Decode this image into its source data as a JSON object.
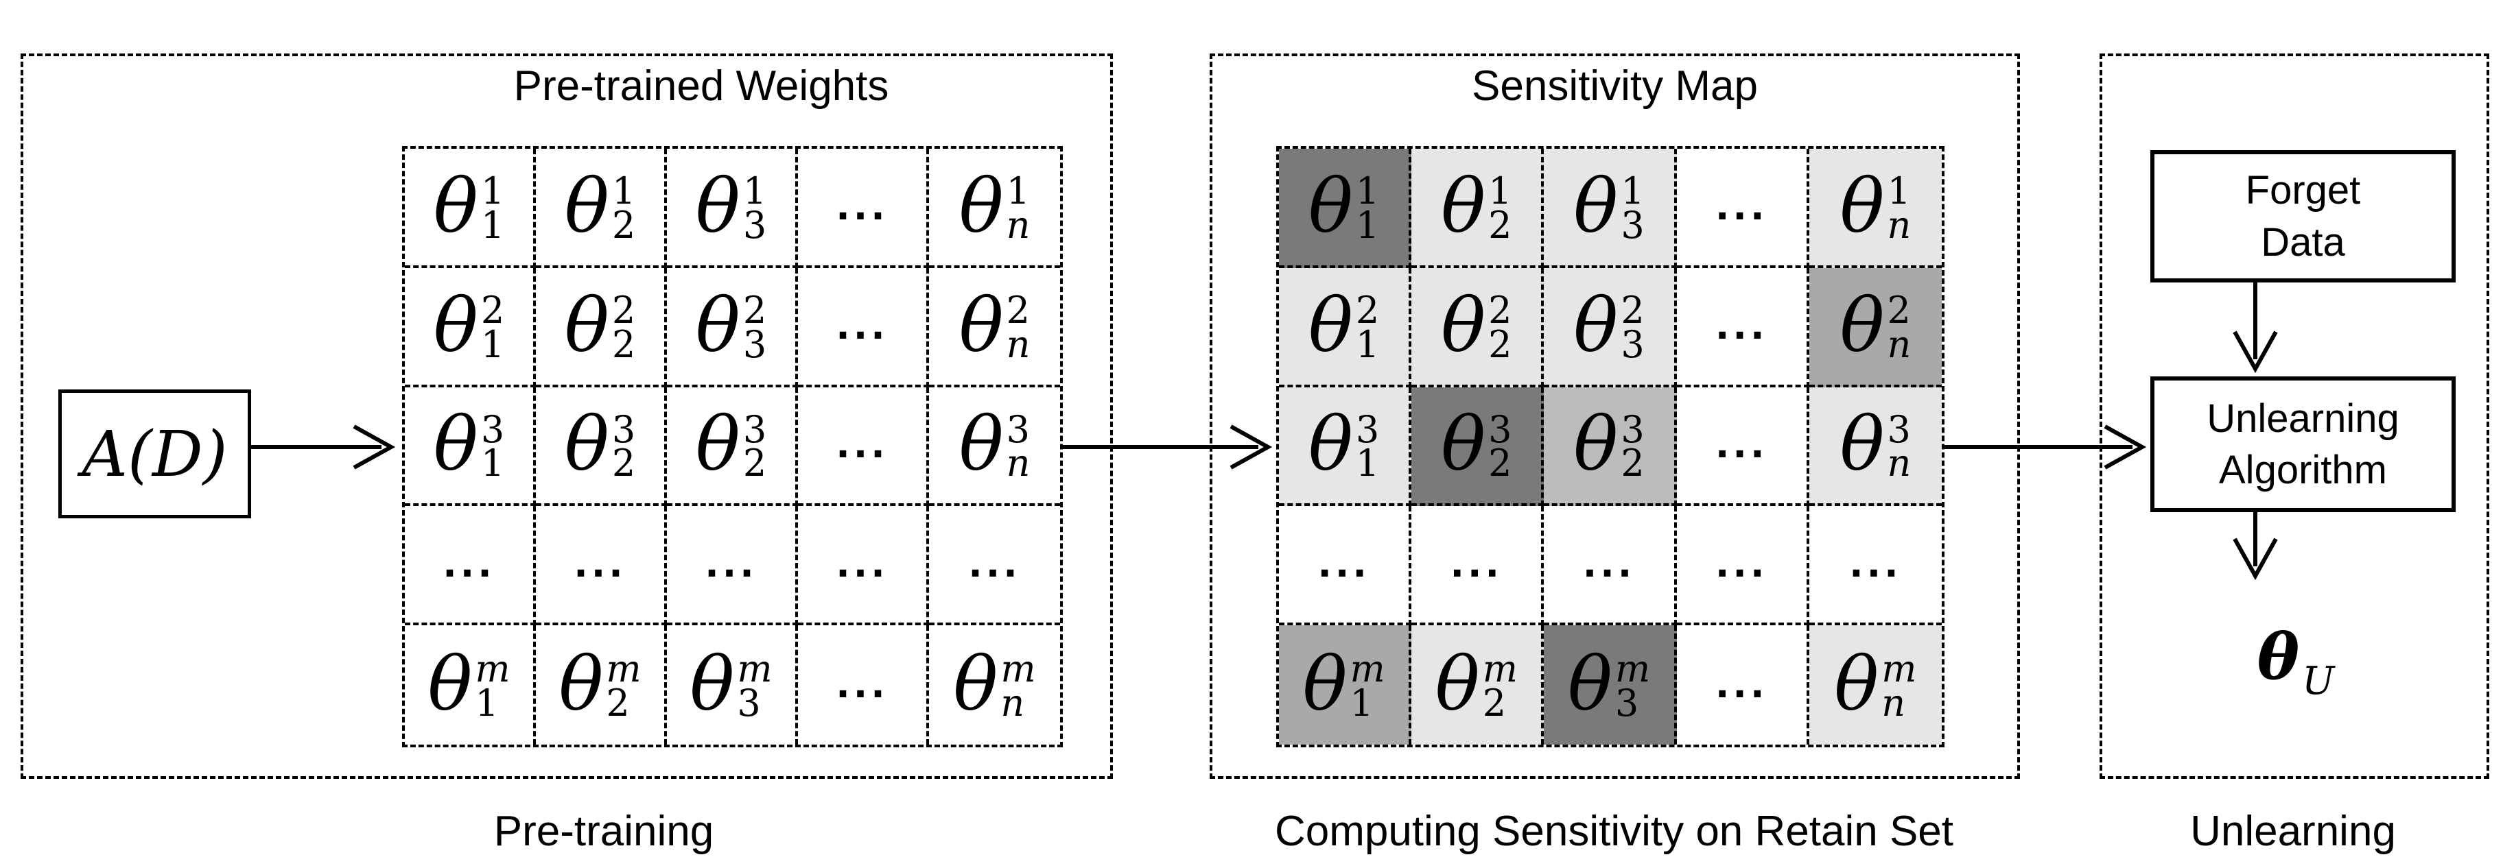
{
  "panels": {
    "pretraining": {
      "title": "Pre-trained Weights",
      "caption": "Pre-training",
      "algorithm_box": "A(D)"
    },
    "sensitivity": {
      "title": "Sensitivity Map",
      "caption": "Computing Sensitivity on Retain Set"
    },
    "unlearning": {
      "caption": "Unlearning",
      "forget_box": "Forget\nData",
      "algorithm_box": "Unlearning\nAlgorithm",
      "output_symbol": "θ",
      "output_subscript": "U"
    }
  },
  "symbols": {
    "theta": "θ",
    "dots": "..."
  },
  "shade_colors": {
    "dark": "#7a7a7a",
    "medium": "#a9a9a9",
    "medium_light": "#bcbcbc",
    "light": "#e6e6e6",
    "none": "#ffffff"
  },
  "weights_grid": [
    [
      {
        "sup": "1",
        "sub": "1"
      },
      {
        "sup": "1",
        "sub": "2"
      },
      {
        "sup": "1",
        "sub": "3"
      },
      {
        "dots": true
      },
      {
        "sup": "1",
        "sub": "n"
      }
    ],
    [
      {
        "sup": "2",
        "sub": "1"
      },
      {
        "sup": "2",
        "sub": "2"
      },
      {
        "sup": "2",
        "sub": "3"
      },
      {
        "dots": true
      },
      {
        "sup": "2",
        "sub": "n"
      }
    ],
    [
      {
        "sup": "3",
        "sub": "1"
      },
      {
        "sup": "3",
        "sub": "2"
      },
      {
        "sup": "3",
        "sub": "2"
      },
      {
        "dots": true
      },
      {
        "sup": "3",
        "sub": "n"
      }
    ],
    [
      {
        "dots": true
      },
      {
        "dots": true
      },
      {
        "dots": true
      },
      {
        "dots": true
      },
      {
        "dots": true
      }
    ],
    [
      {
        "sup": "m",
        "sub": "1"
      },
      {
        "sup": "m",
        "sub": "2"
      },
      {
        "sup": "m",
        "sub": "3"
      },
      {
        "dots": true
      },
      {
        "sup": "m",
        "sub": "n"
      }
    ]
  ],
  "sensitivity_grid": [
    [
      {
        "sup": "1",
        "sub": "1",
        "shade": "dark"
      },
      {
        "sup": "1",
        "sub": "2",
        "shade": "light"
      },
      {
        "sup": "1",
        "sub": "3",
        "shade": "light"
      },
      {
        "dots": true,
        "shade": "none"
      },
      {
        "sup": "1",
        "sub": "n",
        "shade": "light"
      }
    ],
    [
      {
        "sup": "2",
        "sub": "1",
        "shade": "light"
      },
      {
        "sup": "2",
        "sub": "2",
        "shade": "light"
      },
      {
        "sup": "2",
        "sub": "3",
        "shade": "light"
      },
      {
        "dots": true,
        "shade": "none"
      },
      {
        "sup": "2",
        "sub": "n",
        "shade": "medium"
      }
    ],
    [
      {
        "sup": "3",
        "sub": "1",
        "shade": "light"
      },
      {
        "sup": "3",
        "sub": "2",
        "shade": "dark"
      },
      {
        "sup": "3",
        "sub": "2",
        "shade": "medium_light"
      },
      {
        "dots": true,
        "shade": "none"
      },
      {
        "sup": "3",
        "sub": "n",
        "shade": "light"
      }
    ],
    [
      {
        "dots": true,
        "shade": "none"
      },
      {
        "dots": true,
        "shade": "none"
      },
      {
        "dots": true,
        "shade": "none"
      },
      {
        "dots": true,
        "shade": "none"
      },
      {
        "dots": true,
        "shade": "none"
      }
    ],
    [
      {
        "sup": "m",
        "sub": "1",
        "shade": "medium"
      },
      {
        "sup": "m",
        "sub": "2",
        "shade": "light"
      },
      {
        "sup": "m",
        "sub": "3",
        "shade": "dark"
      },
      {
        "dots": true,
        "shade": "none"
      },
      {
        "sup": "m",
        "sub": "n",
        "shade": "light"
      }
    ]
  ]
}
